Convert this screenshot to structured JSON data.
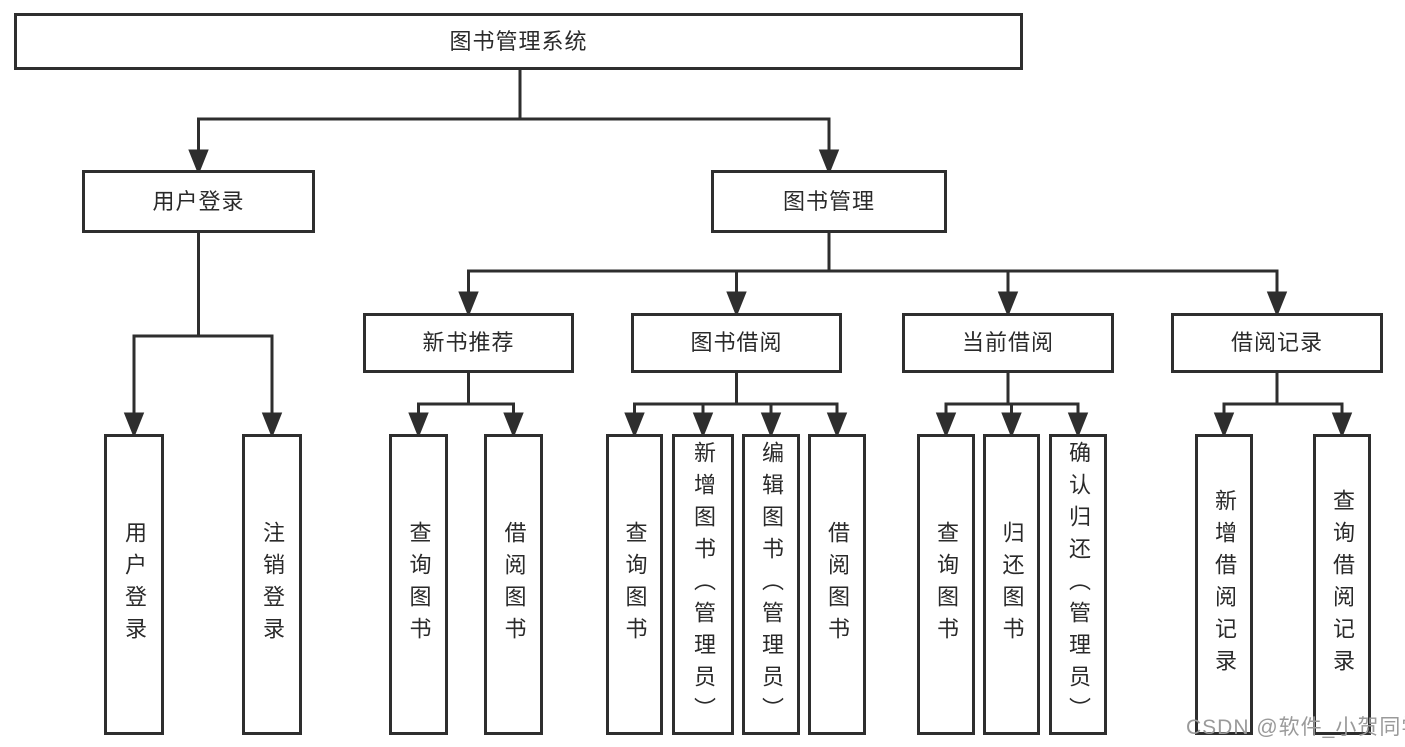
{
  "tree": {
    "root": {
      "label": "图书管理系统"
    },
    "branches": [
      {
        "label": "用户登录",
        "children": [
          {
            "label": "用户登录"
          },
          {
            "label": "注销登录"
          }
        ]
      },
      {
        "label": "图书管理",
        "children": [
          {
            "label": "新书推荐",
            "children": [
              {
                "label": "查询图书"
              },
              {
                "label": "借阅图书"
              }
            ]
          },
          {
            "label": "图书借阅",
            "children": [
              {
                "label": "查询图书"
              },
              {
                "label": "新增图书（管理员）"
              },
              {
                "label": "编辑图书（管理员）"
              },
              {
                "label": "借阅图书"
              }
            ]
          },
          {
            "label": "当前借阅",
            "children": [
              {
                "label": "查询图书"
              },
              {
                "label": "归还图书"
              },
              {
                "label": "确认归还（管理员）"
              }
            ]
          },
          {
            "label": "借阅记录",
            "children": [
              {
                "label": "新增借阅记录"
              },
              {
                "label": "查询借阅记录"
              }
            ]
          }
        ]
      }
    ]
  },
  "watermark": "CSDN @软件_小贺同学",
  "colors": {
    "line": "#2e2e2e",
    "text": "#2a2a2a",
    "watermark": "#9a9a9a",
    "background": "#ffffff"
  }
}
